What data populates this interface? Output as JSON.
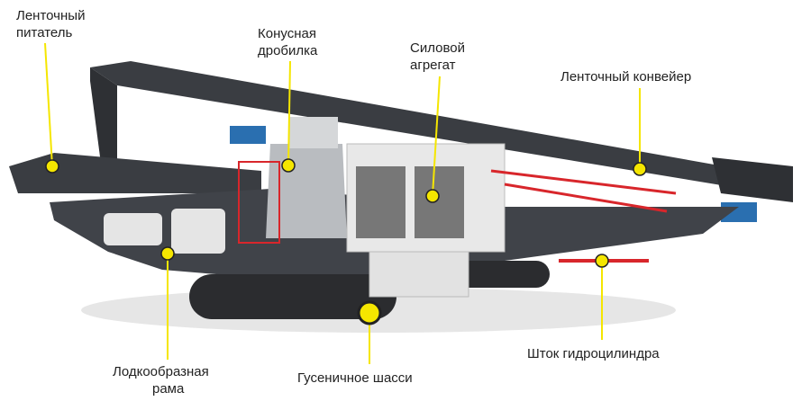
{
  "labels": {
    "belt_feeder": [
      "Ленточный",
      "питатель"
    ],
    "cone_crusher": [
      "Конусная",
      "дробилка"
    ],
    "power_unit": [
      "Силовой",
      "агрегат"
    ],
    "belt_conveyor": "Ленточный конвейер",
    "cylinder_rod": "Шток гидроцилиндра",
    "crawler_chassis": "Гусеничное шасси",
    "boat_frame": [
      "Лодкообразная",
      "рама"
    ]
  },
  "colors": {
    "marker": "#f5e600",
    "frame": "#3a3d42",
    "accent": "#d8262b",
    "engine": "#e8e8e8",
    "motor": "#2a6fb0"
  }
}
